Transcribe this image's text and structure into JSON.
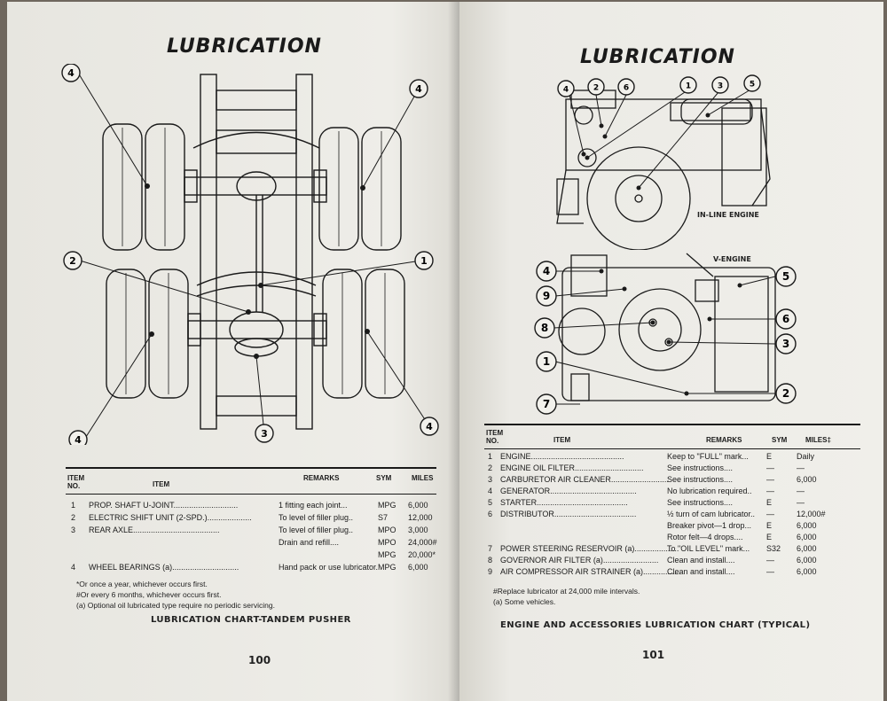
{
  "left": {
    "title": "LUBRICATION",
    "diagram_callouts": [
      "4",
      "4",
      "2",
      "1",
      "4",
      "4",
      "3"
    ],
    "table": {
      "col_item_no": "ITEM NO.",
      "col_item": "ITEM",
      "col_remarks": "REMARKS",
      "col_sym": "SYM",
      "col_miles": "MILES",
      "rows": [
        {
          "no": "1",
          "item": "PROP. SHAFT U-JOINT",
          "remarks": "1 fitting each joint",
          "sym": "MPG",
          "miles": "6,000"
        },
        {
          "no": "2",
          "item": "ELECTRIC SHIFT UNIT (2-SPD.)",
          "remarks": "To level of filler plug",
          "sym": "S7",
          "miles": "12,000"
        },
        {
          "no": "3",
          "item": "REAR AXLE",
          "remarks": "To level of filler plug",
          "sym": "MPO",
          "miles": "3,000"
        },
        {
          "no": "",
          "item": "",
          "remarks": "Drain and refill",
          "sym": "MPO",
          "miles": "24,000#"
        },
        {
          "no": "",
          "item": "",
          "remarks": "",
          "sym": "MPG",
          "miles": "20,000*"
        },
        {
          "no": "4",
          "item": "WHEEL BEARINGS (a)",
          "remarks": "Hand pack or use lubricator",
          "sym": "MPG",
          "miles": "6,000"
        }
      ]
    },
    "notes": [
      "*Or once a year, whichever occurs first.",
      "#Or every 6 months, whichever occurs first.",
      "(a) Optional oil lubricated type require no periodic servicing."
    ],
    "caption": "LUBRICATION CHART-TANDEM PUSHER",
    "page_number": "100"
  },
  "right": {
    "title": "LUBRICATION",
    "inline_engine_label": "IN-LINE ENGINE",
    "v_engine_label": "V-ENGINE",
    "inline_callouts": [
      "4",
      "2",
      "6",
      "1",
      "3",
      "5"
    ],
    "v_callouts": [
      "4",
      "9",
      "8",
      "1",
      "7",
      "5",
      "6",
      "3",
      "2"
    ],
    "table": {
      "col_item_no": "ITEM NO.",
      "col_item": "ITEM",
      "col_remarks": "REMARKS",
      "col_sym": "SYM",
      "col_miles": "MILES‡",
      "rows": [
        {
          "no": "1",
          "item": "ENGINE",
          "remarks": "Keep to \"FULL\" mark",
          "sym": "E",
          "miles": "Daily"
        },
        {
          "no": "2",
          "item": "ENGINE OIL FILTER",
          "remarks": "See instructions",
          "sym": "—",
          "miles": "—"
        },
        {
          "no": "3",
          "item": "CARBURETOR AIR CLEANER",
          "remarks": "See instructions",
          "sym": "—",
          "miles": "6,000"
        },
        {
          "no": "4",
          "item": "GENERATOR",
          "remarks": "No lubrication required",
          "sym": "—",
          "miles": "—"
        },
        {
          "no": "5",
          "item": "STARTER",
          "remarks": "See instructions",
          "sym": "E",
          "miles": "—"
        },
        {
          "no": "6",
          "item": "DISTRIBUTOR",
          "remarks": "½ turn of cam lubricator",
          "sym": "—",
          "miles": "12,000#"
        },
        {
          "no": "",
          "item": "",
          "remarks": "Breaker pivot—1 drop",
          "sym": "E",
          "miles": "6,000"
        },
        {
          "no": "",
          "item": "",
          "remarks": "Rotor felt—4 drops",
          "sym": "E",
          "miles": "6,000"
        },
        {
          "no": "7",
          "item": "POWER STEERING RESERVOIR (a)",
          "remarks": "To \"OIL LEVEL\" mark",
          "sym": "S32",
          "miles": "6,000"
        },
        {
          "no": "8",
          "item": "GOVERNOR AIR FILTER (a)",
          "remarks": "Clean and install",
          "sym": "—",
          "miles": "6,000"
        },
        {
          "no": "9",
          "item": "AIR COMPRESSOR AIR STRAINER (a)",
          "remarks": "Clean and install",
          "sym": "—",
          "miles": "6,000"
        }
      ]
    },
    "notes": [
      "#Replace lubricator at 24,000 mile intervals.",
      "(a) Some vehicles."
    ],
    "caption": "ENGINE AND ACCESSORIES LUBRICATION CHART (TYPICAL)",
    "page_number": "101"
  }
}
